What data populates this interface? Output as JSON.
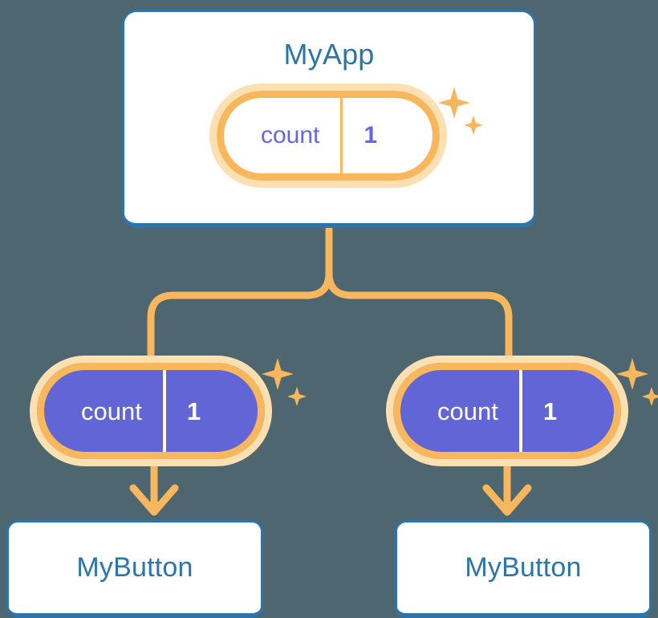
{
  "diagram": {
    "title_semantic": "react-state-propagation-tree",
    "background_color": "#4d6670"
  },
  "colors": {
    "card_border_blue": "#2d74a8",
    "title_blue": "#2d74a8",
    "card_fill": "#ffffff",
    "pill_ring_inner": "#f8b75c",
    "pill_ring_outer": "#fce0b2",
    "pill_fill_light": "#ffffff",
    "pill_fill_solid": "#6265d6",
    "state_text_purple": "#6366ea",
    "state_text_white": "#ffffff",
    "connector_amber": "#f8b75c",
    "sparkle_amber": "#f8b75c"
  },
  "root": {
    "card_label": "MyApp",
    "state": {
      "key": "count",
      "value": "1"
    }
  },
  "children": [
    {
      "state": {
        "key": "count",
        "value": "1"
      },
      "card_label": "MyButton"
    },
    {
      "state": {
        "key": "count",
        "value": "1"
      },
      "card_label": "MyButton"
    }
  ]
}
